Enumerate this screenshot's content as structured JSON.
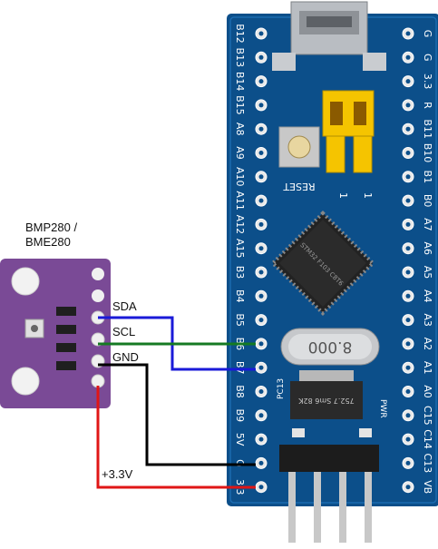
{
  "sensor": {
    "title_line1": "BMP280 /",
    "title_line2": "BME280"
  },
  "wires": {
    "sda": "SDA",
    "scl": "SCL",
    "gnd": "GND",
    "vcc": "+3.3V"
  },
  "board": {
    "left_pins": [
      "B12",
      "B13",
      "B14",
      "B15",
      "A8",
      "A9",
      "A10",
      "A11",
      "A12",
      "A15",
      "B3",
      "B4",
      "B5",
      "B6",
      "B7",
      "B8",
      "B9",
      "5V",
      "G",
      "3.3"
    ],
    "right_pins": [
      "G",
      "G",
      "3.3",
      "R",
      "B11",
      "B10",
      "B1",
      "B0",
      "A7",
      "A6",
      "A5",
      "A4",
      "A3",
      "A2",
      "A1",
      "A0",
      "C15",
      "C14",
      "C13",
      "VB"
    ],
    "reset_label": "RESET",
    "jumper_labels": [
      "1",
      "1"
    ],
    "crystal_label": "8.000",
    "regulator_label": "752.7 Sm6 82K",
    "pc13_label": "PC13",
    "pwr_label": "PWR",
    "chip_marking": "STM32 F103 C8T6"
  },
  "colors": {
    "board": "#0c4f8a",
    "sensor_pcb": "#7a4a96",
    "sda_wire": "#1a1ad8",
    "scl_wire": "#157a23",
    "gnd_wire": "#000000",
    "vcc_wire": "#e01616"
  }
}
